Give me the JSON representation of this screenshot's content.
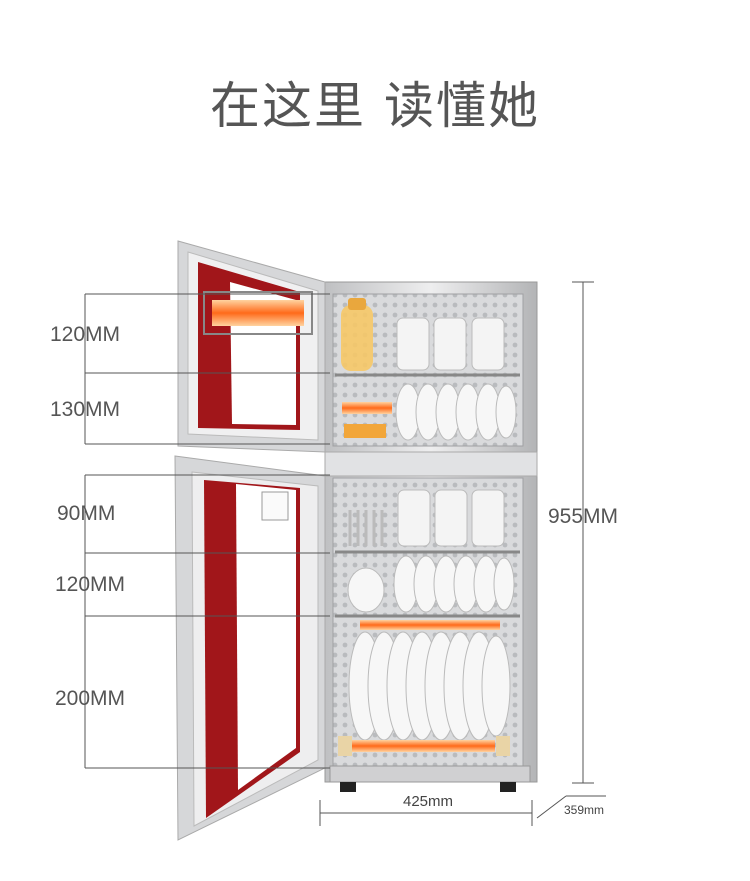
{
  "title": "在这里 读懂她",
  "dimensions": {
    "left": [
      {
        "label": "120MM"
      },
      {
        "label": "130MM"
      },
      {
        "label": "90MM"
      },
      {
        "label": "120MM"
      },
      {
        "label": "200MM"
      }
    ],
    "height": "955MM",
    "width": "425mm",
    "depth": "359mm"
  },
  "colors": {
    "frame": "#c9c9cb",
    "door_red": "#a1161a",
    "heater": "#ff7a2a"
  }
}
